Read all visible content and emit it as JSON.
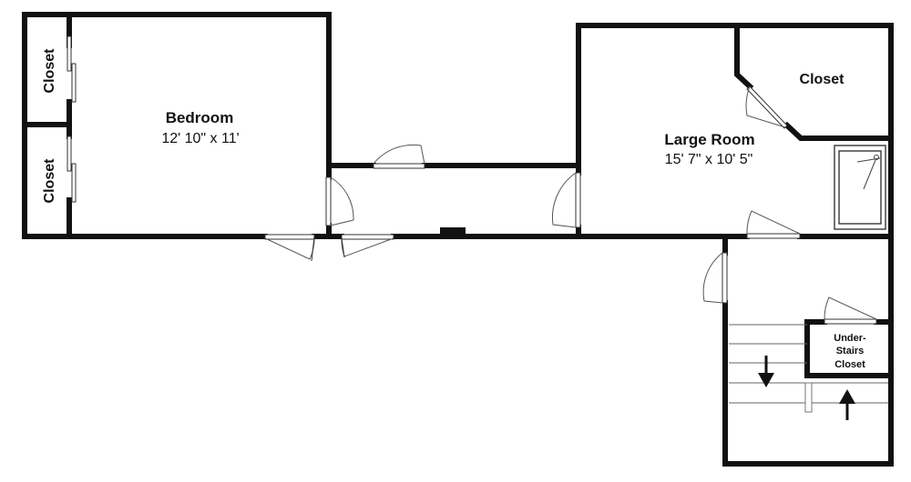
{
  "plan": {
    "rooms": {
      "closet_top": {
        "name": "Closet"
      },
      "closet_bottom": {
        "name": "Closet"
      },
      "bedroom": {
        "name": "Bedroom",
        "dimensions": "12' 10\" x 11'"
      },
      "large_room": {
        "name": "Large Room",
        "dimensions": "15' 7\" x 10' 5\""
      },
      "closet_right": {
        "name": "Closet"
      },
      "under_stairs": {
        "line1": "Under-",
        "line2": "Stairs",
        "line3": "Closet"
      }
    },
    "colors": {
      "wall": "#111111",
      "background": "#ffffff"
    },
    "icons": [
      "stair-down-arrow-icon",
      "stair-up-arrow-icon",
      "shower-icon"
    ]
  }
}
